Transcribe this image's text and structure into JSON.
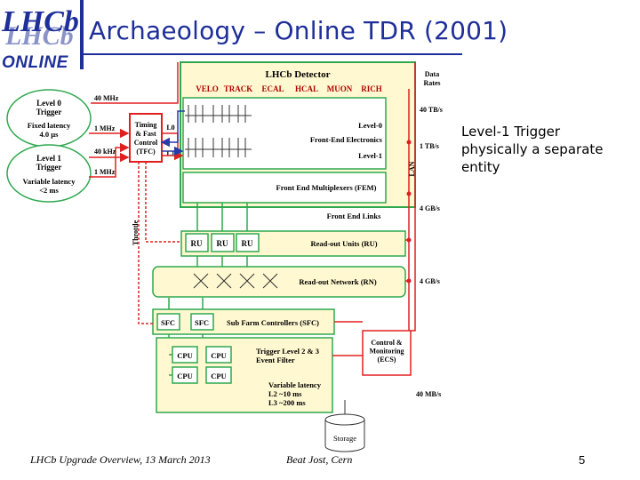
{
  "slide": {
    "title": "Archaeology – Online TDR (2001)",
    "logo_main": "LHCb",
    "logo_sub": "ONLINE",
    "note": "Level-1 Trigger\nphysically a separate\nentity",
    "footer_left": "LHCb Upgrade Overview, 13 March 2013",
    "footer_center": "Beat Jost, Cern",
    "page_number": "5"
  },
  "diagram": {
    "detector_title": "LHCb Detector",
    "subdetectors": [
      "VELO",
      "TRACK",
      "ECAL",
      "HCAL",
      "MUON",
      "RICH"
    ],
    "data_rates_label": "Data\nRates",
    "level0_label": "Level 0\nTrigger",
    "level0_latency": "Fixed latency\n4.0 µs",
    "level1_label": "Level 1\nTrigger",
    "level1_latency": "Variable latency\n<2 ms",
    "rate_40mhz": "40 MHz",
    "rate_1mhz_a": "1 MHz",
    "rate_40khz": "40 kHz",
    "rate_1mhz_b": "1 MHz",
    "tfc_label": "Timing\n& Fast\nControl\n(TFC)",
    "l0_tag": "L0",
    "l1_tag": "L1",
    "fe_level0": "Level-0",
    "fe_electronics": "Front-End Electronics",
    "fe_level1": "Level-1",
    "fem_label": "Front End Multiplexers (FEM)",
    "fe_links": "Front End Links",
    "ru_boxes": [
      "RU",
      "RU",
      "RU"
    ],
    "ru_label": "Read-out Units (RU)",
    "rn_label": "Read-out Network (RN)",
    "sfc_boxes": [
      "SFC",
      "SFC"
    ],
    "sfc_label": "Sub Farm Controllers (SFC)",
    "cpu_boxes": [
      "CPU",
      "CPU",
      "CPU",
      "CPU"
    ],
    "trigger_l23": "Trigger Level 2 & 3\nEvent Filter",
    "variable_latency": "Variable latency\nL2 ~10 ms\nL3 ~200 ms",
    "ecs_label": "Control &\nMonitoring\n(ECS)",
    "storage_label": "Storage",
    "throttle_label": "Throttle",
    "lan_label": "LAN",
    "rate_40tbs": "40 TB/s",
    "rate_1tbs": "1 TB/s",
    "rate_4gbs_a": "4 GB/s",
    "rate_4gbs_b": "4 GB/s",
    "rate_40mbs": "40 MB/s",
    "colors": {
      "green": "#2fa84f",
      "red": "#e02020",
      "blue": "#2a3aa8",
      "title_blue": "#1f2f9a",
      "box_fill": "#fff8d0"
    }
  }
}
